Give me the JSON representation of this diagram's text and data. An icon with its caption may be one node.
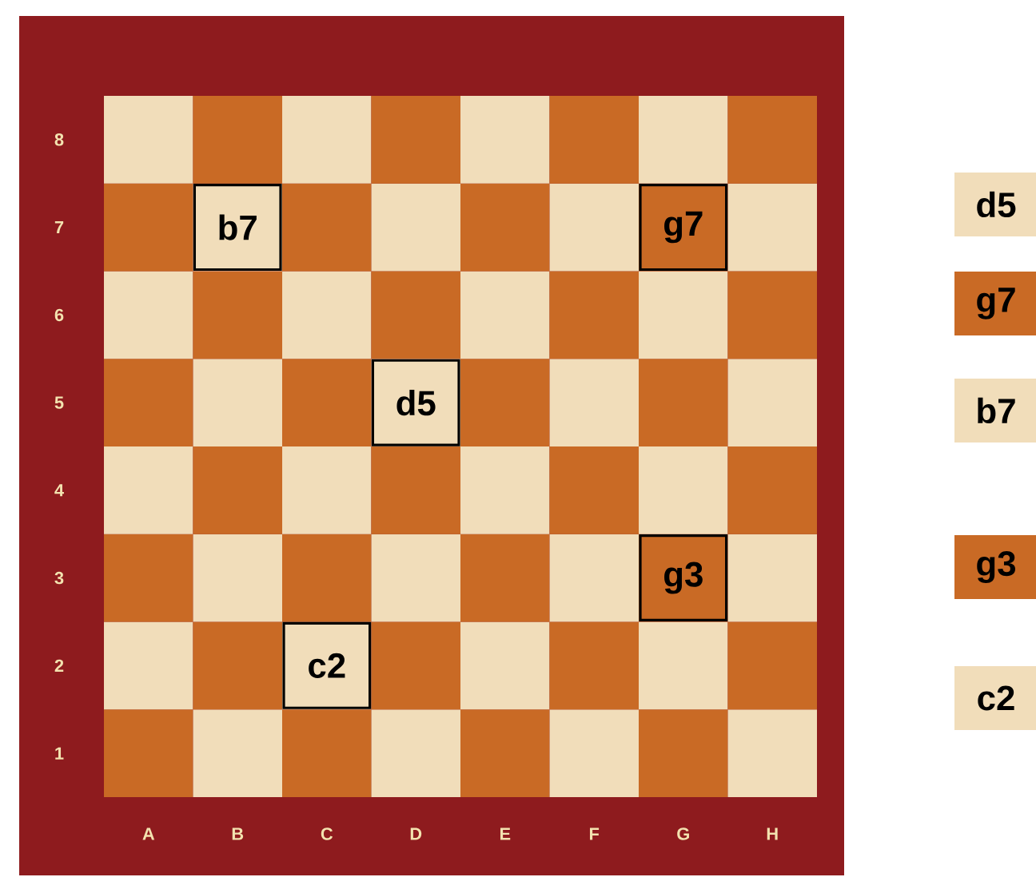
{
  "diagram": {
    "nodes": [
      {
        "text": [
          "b7"
        ]
      },
      {
        "text": [
          "g7"
        ]
      },
      {
        "text": [
          "d5"
        ]
      },
      {
        "text": [
          "g3"
        ]
      },
      {
        "text": [
          "c2"
        ]
      },
      {
        "text": [
          "d5"
        ]
      },
      {
        "text": [
          "g7"
        ]
      },
      {
        "text": [
          "b7"
        ]
      },
      {
        "text": [
          "g3"
        ]
      },
      {
        "text": [
          "c2"
        ]
      }
    ],
    "labels": [
      "8",
      "7",
      "6",
      "5",
      "4",
      "3",
      "2",
      "1",
      "A",
      "B",
      "C",
      "D",
      "E",
      "F",
      "G",
      "H"
    ]
  }
}
